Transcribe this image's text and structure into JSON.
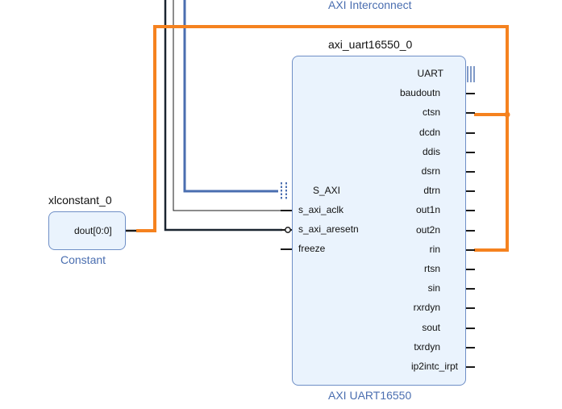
{
  "interconnect_label": "AXI Interconnect",
  "uart": {
    "instance_name": "axi_uart16550_0",
    "ip_name": "AXI UART16550",
    "left_ports": [
      "S_AXI",
      "s_axi_aclk",
      "s_axi_aresetn",
      "freeze"
    ],
    "right_ports": [
      "UART",
      "baudoutn",
      "ctsn",
      "dcdn",
      "ddis",
      "dsrn",
      "dtrn",
      "out1n",
      "out2n",
      "rin",
      "rtsn",
      "sin",
      "rxrdyn",
      "sout",
      "txrdyn",
      "ip2intc_irpt"
    ]
  },
  "constant": {
    "instance_name": "xlconstant_0",
    "ip_name": "Constant",
    "port": "dout[0:0]"
  },
  "colors": {
    "block_fill": "#eaf3fd",
    "block_border": "#6f8fc6",
    "axi_bus": "#4a6eb0",
    "wire_orange": "#f5821f",
    "wire_dark": "#1a1a1a",
    "ip_label": "#4a6eb0"
  }
}
